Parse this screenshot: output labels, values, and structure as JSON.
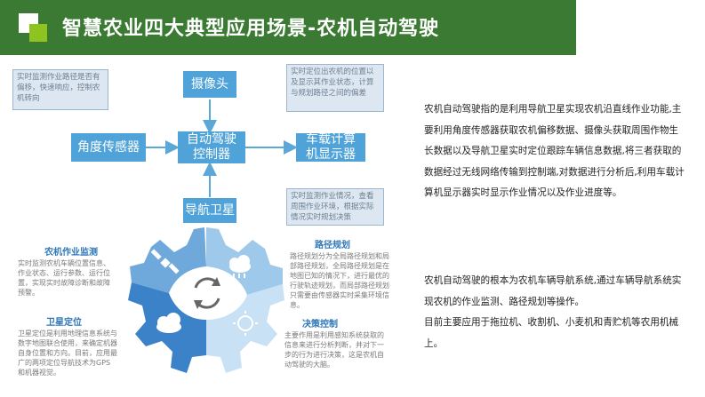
{
  "header": {
    "title": "智慧农业四大典型应用场景-农机自动驾驶"
  },
  "flow": {
    "camera": "摄像头",
    "angle_sensor": "角度传感器",
    "autopilot_controller": "自动驾驶控制器",
    "vehicle_display": "车载计算机显示器",
    "nav_satellite": "导航卫星",
    "notes": {
      "left": "实时监测作业路径是否有偏移，快速响应，控制农机转向",
      "camera": "实时定位出农机的位置以及显示其作业状态，计算与规划路径之间的偏差",
      "satellite": "实时监测作业情况，查看周围作业环境，根据实际情况实时规划决策"
    }
  },
  "sections": {
    "monitoring": {
      "title": "农机作业监测",
      "text": "实时监测农机车辆位置信息、作业状态、运行参数、运行位置，实现实时故障诊断和故障预警。"
    },
    "positioning": {
      "title": "卫星定位",
      "text": "卫星定位是利用地理信息系统与数字地图联合使用，来确定机器自身位置和方向。目前，应用最广的两项定位导航技术为GPS和机器视觉。"
    },
    "path_planning": {
      "title": "路径规划",
      "text": "路径规划分为全局路径规划和局部路径规划，全局路径规划是在地图已知的情况下，进行最优的行驶轨迹规划，而局部路径规划只需要由传感器实时采集环境信息。"
    },
    "decision": {
      "title": "决策控制",
      "text": "主要作用是利用感知系统获取的信息来进行分析判断，并对下一步的行为进行决策，这是农机自动驾驶的大脑。"
    }
  },
  "description": {
    "p1": "农机自动驾驶指的是利用导航卫星实现农机沿直线作业功能,主要利用角度传感器获取农机偏移数据、摄像头获取周围作物生长数据以及导航卫星实时定位跟踪车辆信息数据,将三者获取的数据经过无线网络传输到控制端,对数据进行分析后,利用车载计算机显示器实时显示作业情况以及作业进度等。",
    "p2": "农机自动驾驶的根本为农机车辆导航系统,通过车辆导航系统实现农机的作业监测、路径规划等操作。",
    "p3": "目前主要应用于拖拉机、收割机、小麦机和青贮机等农用机械上。"
  },
  "colors": {
    "header_bg": "#3b7a33",
    "accent_green": "#8fc31f",
    "node_blue": "#4fa3d9",
    "note_bg": "#dce7f2",
    "section_title_blue": "#2f77b8"
  },
  "icons": [
    "refresh-icon",
    "cloud-icon",
    "rain-cloud-icon",
    "sun-icon",
    "satellite-icon"
  ]
}
